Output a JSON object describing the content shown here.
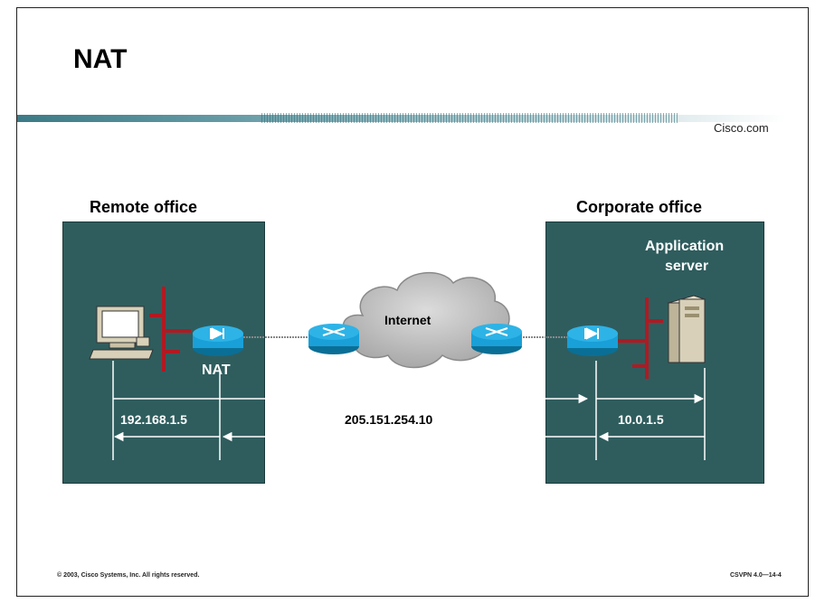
{
  "title": "NAT",
  "brand": "Cisco.com",
  "remote_office": {
    "label": "Remote office",
    "nat_label": "NAT",
    "ip": "192.168.1.5"
  },
  "corporate_office": {
    "label": "Corporate office",
    "server_label_line1": "Application",
    "server_label_line2": "server",
    "ip": "10.0.1.5"
  },
  "internet": {
    "label": "Internet",
    "public_ip": "205.151.254.10"
  },
  "footer": {
    "copyright": "© 2003, Cisco Systems, Inc. All rights reserved.",
    "course_code": "CSVPN 4.0—14-4"
  },
  "colors": {
    "panel": "#2f5d5e",
    "router": "#1aa0d8",
    "bus": "#b01a22",
    "cloud": "#c0c0c0"
  }
}
